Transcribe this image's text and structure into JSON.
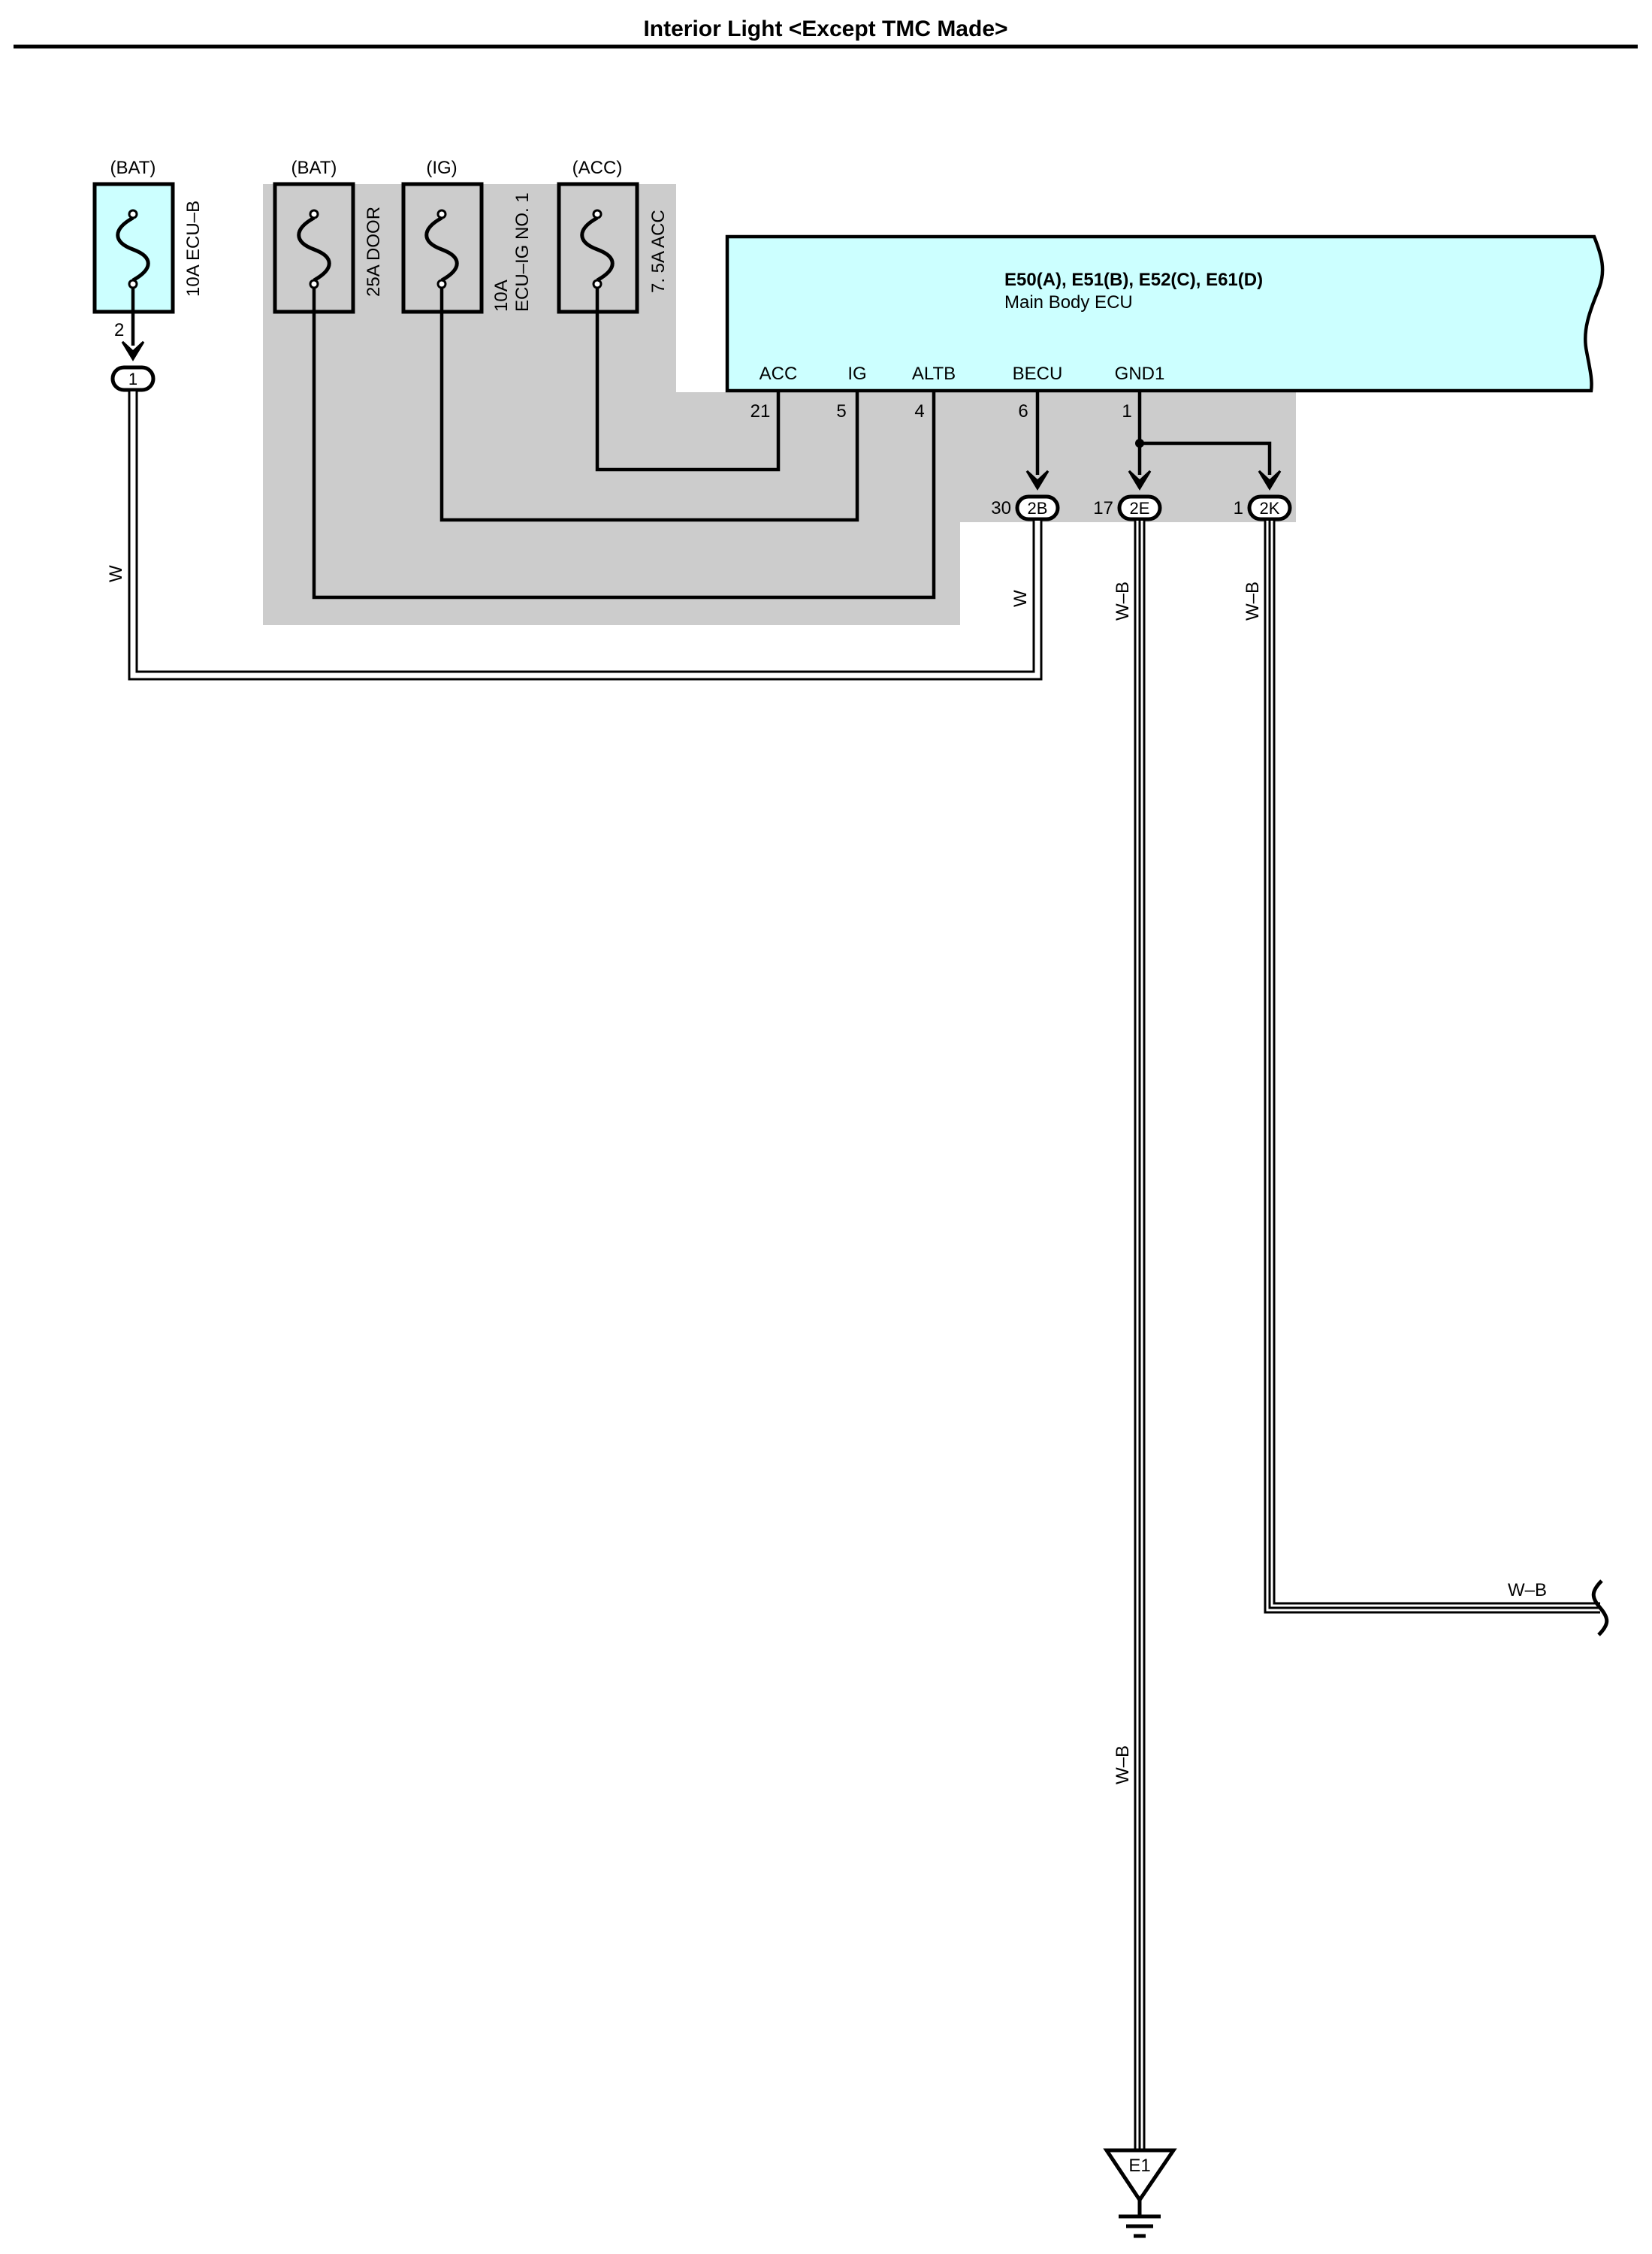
{
  "title": "Interior Light <Except TMC Made>",
  "colors": {
    "component_fill": "#ccffff",
    "shaded_area": "#cccccc",
    "line": "#000000"
  },
  "fuses": [
    {
      "source": "(BAT)",
      "name": "10A ECU–B",
      "pin": "2",
      "highlighted": true
    },
    {
      "source": "(BAT)",
      "name": "25A DOOR",
      "highlighted": false
    },
    {
      "source": "(IG)",
      "name_line1": "10A",
      "name_line2": "ECU–IG NO. 1",
      "highlighted": false
    },
    {
      "source": "(ACC)",
      "name": "7. 5A ACC",
      "highlighted": false
    }
  ],
  "ecu": {
    "connectors": "E50(A), E51(B), E52(C), E61(D)",
    "name": "Main Body ECU",
    "terminals": [
      {
        "label": "ACC",
        "pin": "21"
      },
      {
        "label": "IG",
        "pin": "5"
      },
      {
        "label": "ALTB",
        "pin": "4"
      },
      {
        "label": "BECU",
        "pin": "6"
      },
      {
        "label": "GND1",
        "pin": "1"
      }
    ]
  },
  "junction_connectors": [
    {
      "pin": "1",
      "id": "1",
      "fuse_side": true
    },
    {
      "pin": "30",
      "id": "2B"
    },
    {
      "pin": "17",
      "id": "2E"
    },
    {
      "pin": "1",
      "id": "2K"
    }
  ],
  "wire_colors": {
    "w1": "W",
    "w2": "W",
    "wb1": "W–B",
    "wb2": "W–B",
    "wb3": "W–B",
    "wb4": "W–B"
  },
  "ground": {
    "id": "E1"
  }
}
